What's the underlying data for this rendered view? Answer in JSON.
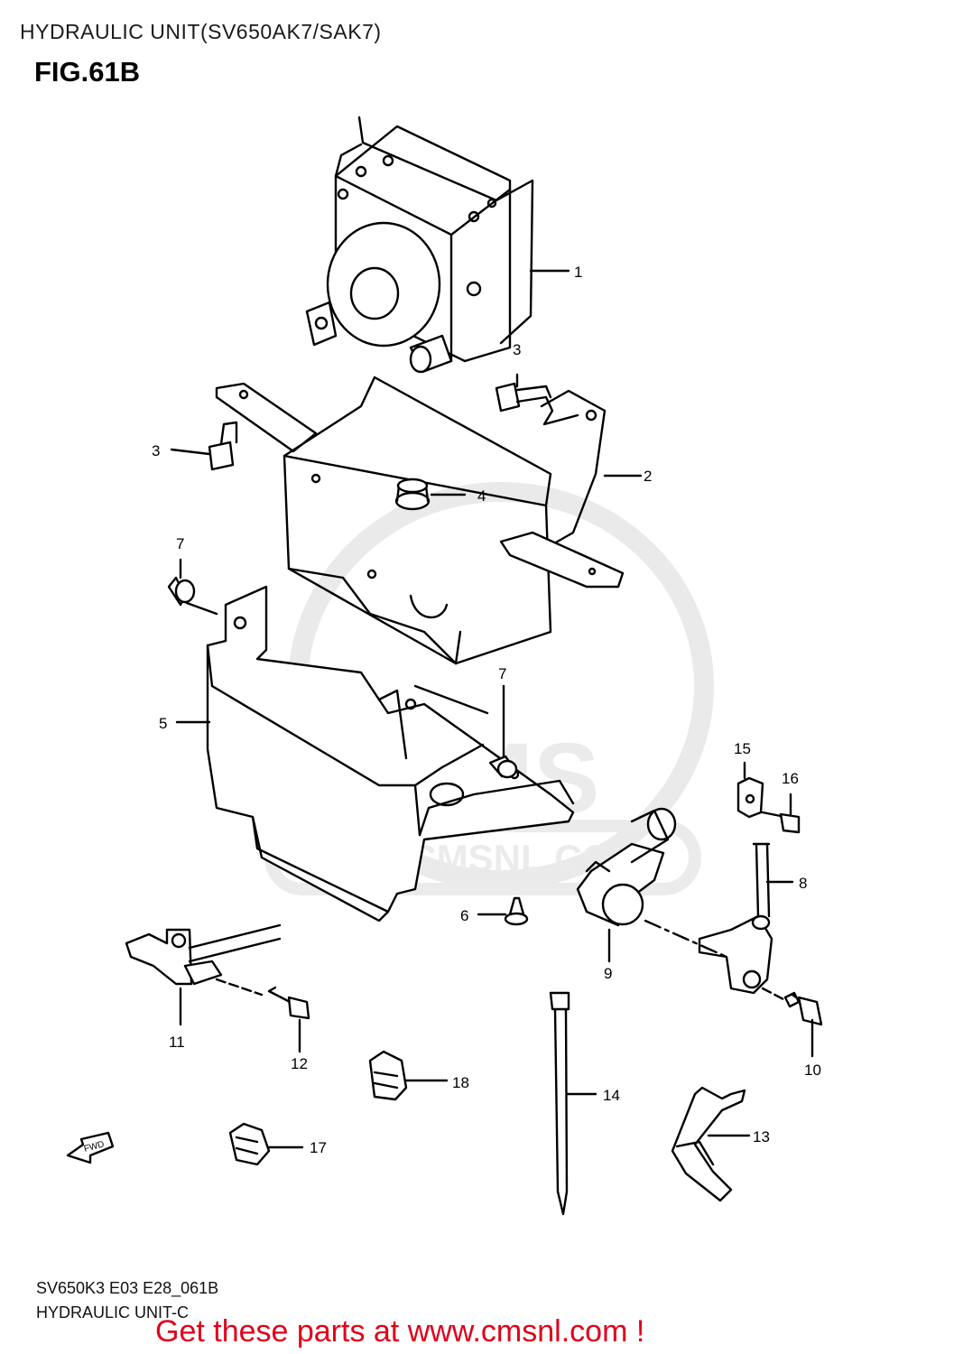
{
  "header": {
    "title": "HYDRAULIC UNIT(SV650AK7/SAK7)",
    "figure": "FIG.61B"
  },
  "watermark": {
    "logo_text": "CMS",
    "url_text": "WWW.CMSNL.COM",
    "color": "#d9d9d9"
  },
  "callouts": [
    {
      "num": "1"
    },
    {
      "num": "2"
    },
    {
      "num": "3"
    },
    {
      "num": "3"
    },
    {
      "num": "4"
    },
    {
      "num": "5"
    },
    {
      "num": "6"
    },
    {
      "num": "7"
    },
    {
      "num": "7"
    },
    {
      "num": "8"
    },
    {
      "num": "9"
    },
    {
      "num": "10"
    },
    {
      "num": "11"
    },
    {
      "num": "12"
    },
    {
      "num": "13"
    },
    {
      "num": "14"
    },
    {
      "num": "15"
    },
    {
      "num": "16"
    },
    {
      "num": "17"
    },
    {
      "num": "18"
    }
  ],
  "fwd_arrow": {
    "label": "FWD"
  },
  "footer": {
    "ref_code": "SV650K3 E03 E28_061B",
    "ref_name": "HYDRAULIC UNIT-C",
    "promo": "Get these parts at www.cmsnl.com !",
    "promo_color": "#e0001b"
  }
}
